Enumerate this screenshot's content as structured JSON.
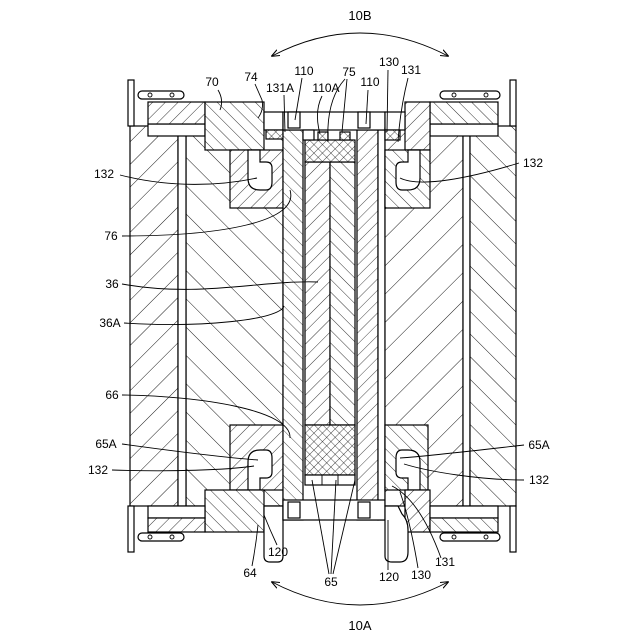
{
  "groups": {
    "upper": "10B",
    "lower": "10A"
  },
  "labels": {
    "top": [
      "70",
      "74",
      "110",
      "131A",
      "110A",
      "75",
      "110",
      "130",
      "131"
    ],
    "left": [
      "132",
      "76",
      "36",
      "36A",
      "66",
      "65A",
      "132"
    ],
    "right": [
      "132",
      "65A",
      "132"
    ],
    "bottom": [
      "120",
      "64",
      "65",
      "120",
      "130",
      "131"
    ]
  },
  "colors": {
    "ink": "#000000",
    "paper": "#ffffff"
  }
}
